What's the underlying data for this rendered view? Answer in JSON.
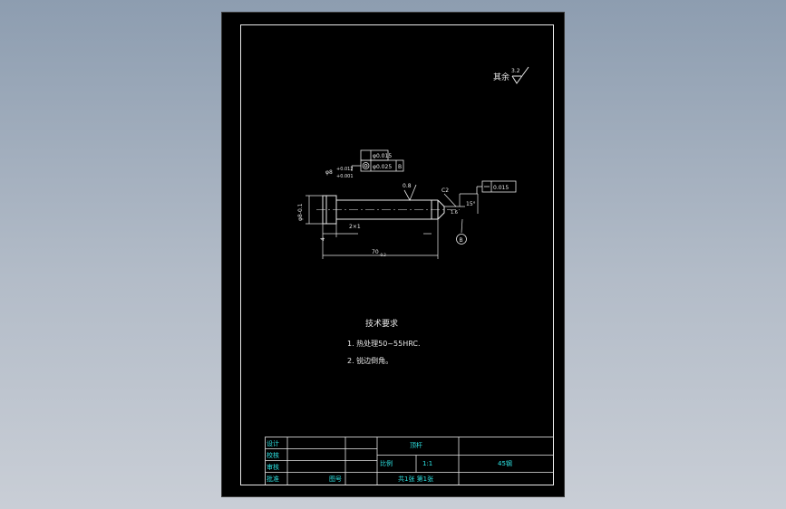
{
  "roughness": {
    "label": "其余",
    "value": "3.2"
  },
  "callouts": {
    "concentricity_tol": "φ0.015",
    "concentricity_tol2": "φ0.025",
    "datum_ref": "B",
    "runout_tol": "0.015",
    "surface_finish_top": "0.8",
    "surface_finish_side": "1.6",
    "chamfer_dim": "C2",
    "angle_dim": "15°",
    "datum_balloon": "B"
  },
  "dimensions": {
    "diameter_main": "φ8",
    "diameter_tol_upper": "+0.012",
    "diameter_tol_lower": "+0.001",
    "head_diameter": "φ8-0.1",
    "step_length": "2×1",
    "head_length": "4",
    "total_length": "70",
    "total_length_tol": "-0.2"
  },
  "notes": {
    "heading": "技术要求",
    "items": [
      "1. 热处理50~55HRC.",
      "2. 锐边倒角。"
    ]
  },
  "title_block": {
    "row_labels": [
      "设计",
      "校核",
      "审核",
      "批准"
    ],
    "part_name": "顶杆",
    "scale_label": "比例",
    "scale_value": "1:1",
    "material": "45钢",
    "sheet_info": "共1张  第1张",
    "drawing_no_label": "图号"
  },
  "colors": {
    "line": "#e8e8e8",
    "text": "#2ee6e6",
    "background": "#000000"
  }
}
